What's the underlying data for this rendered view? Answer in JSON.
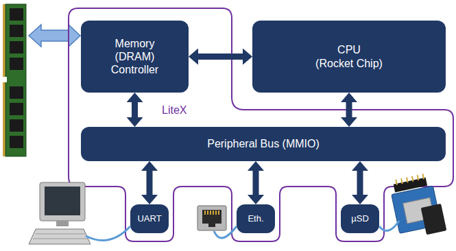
{
  "diagram": {
    "nodes": [
      {
        "text": [
          "Memory (DRAM) Controller"
        ]
      },
      {
        "text": [
          "CPU",
          "(Rocket Chip)"
        ]
      },
      {
        "text": [
          "Peripheral Bus (MMIO)"
        ]
      },
      {
        "text": [
          "UART"
        ]
      },
      {
        "text": [
          "Eth."
        ]
      },
      {
        "text": [
          "µSD"
        ]
      }
    ],
    "edges": [
      {
        "from": 0,
        "to": 1,
        "arrow": "both"
      },
      {
        "from": 0,
        "to": 2,
        "arrow": "both"
      },
      {
        "from": 1,
        "to": 2,
        "arrow": "both"
      },
      {
        "from": 2,
        "to": 3,
        "arrow": "both"
      },
      {
        "from": 2,
        "to": 4,
        "arrow": "both"
      },
      {
        "from": 2,
        "to": 5,
        "arrow": "both"
      }
    ],
    "labels": [
      "LiteX"
    ]
  }
}
